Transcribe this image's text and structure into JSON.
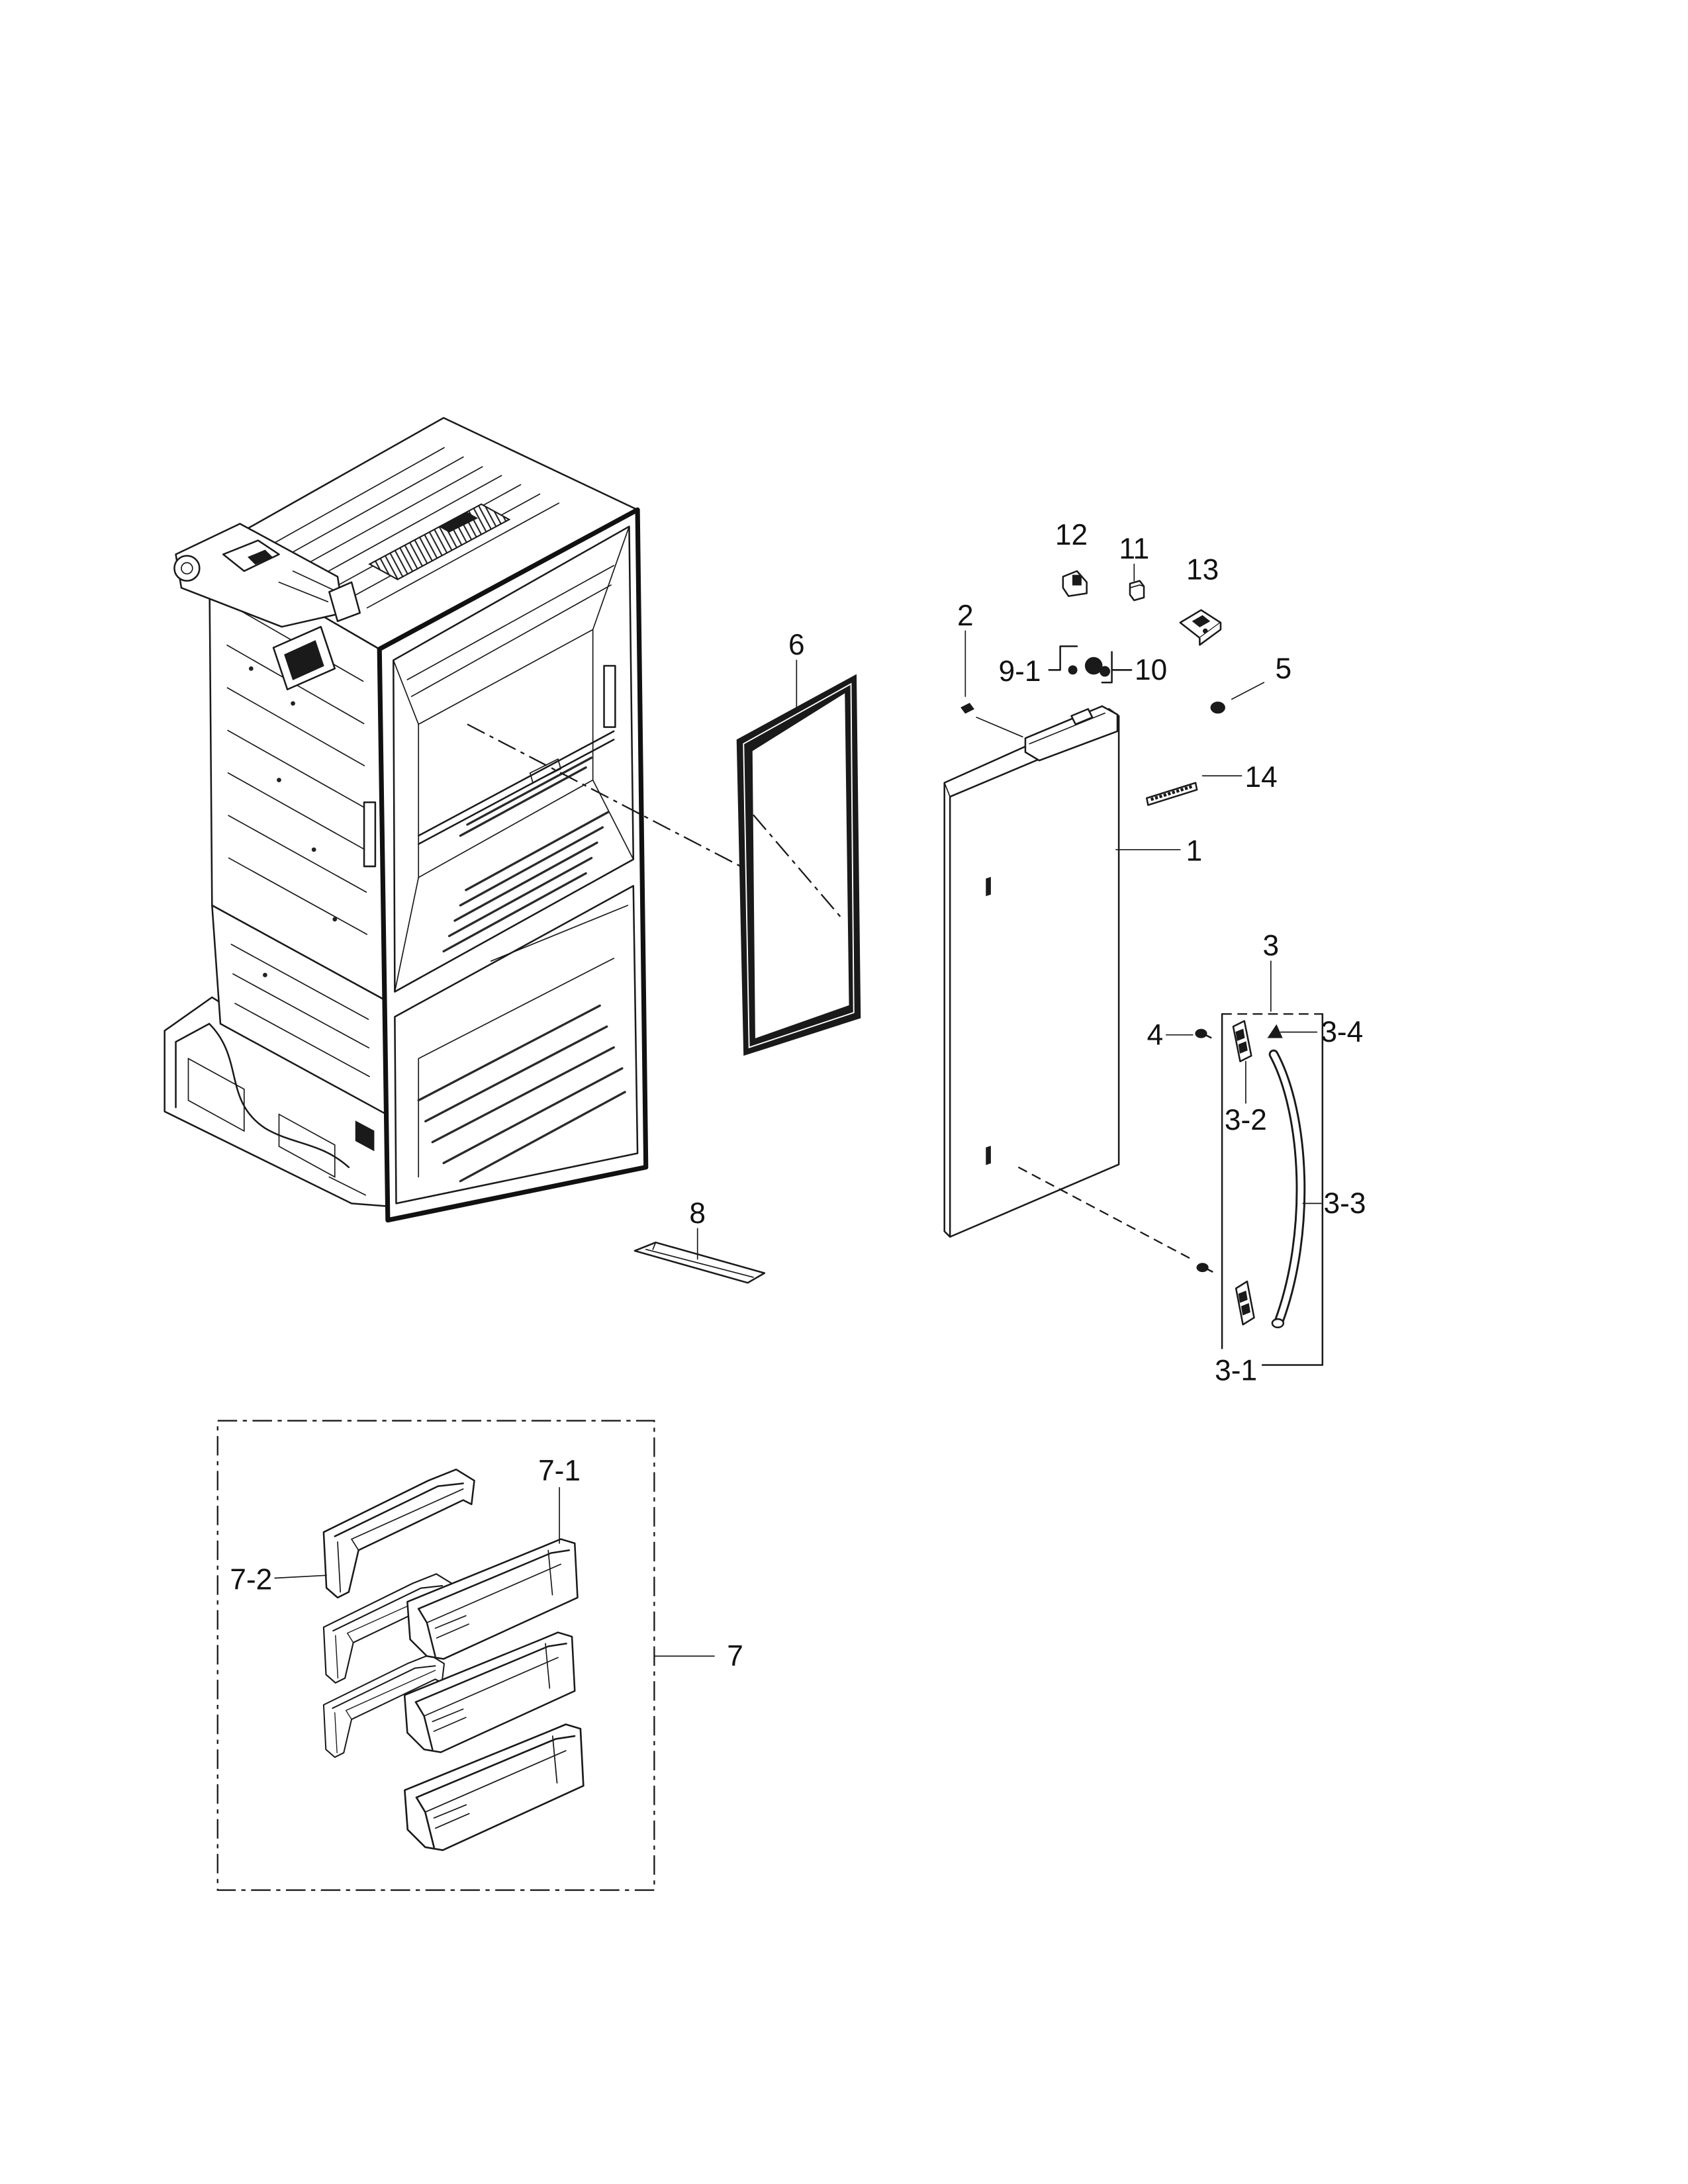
{
  "colors": {
    "line": "#1a1a1a",
    "paper": "#ffffff"
  },
  "callouts": {
    "c1": "1",
    "c2": "2",
    "c3": "3",
    "c3_1": "3-1",
    "c3_2": "3-2",
    "c3_3": "3-3",
    "c3_4": "3-4",
    "c4": "4",
    "c5": "5",
    "c6": "6",
    "c7": "7",
    "c7_1": "7-1",
    "c7_2": "7-2",
    "c8": "8",
    "c9_1": "9-1",
    "c10": "10",
    "c11": "11",
    "c12": "12",
    "c13": "13",
    "c14": "14"
  }
}
